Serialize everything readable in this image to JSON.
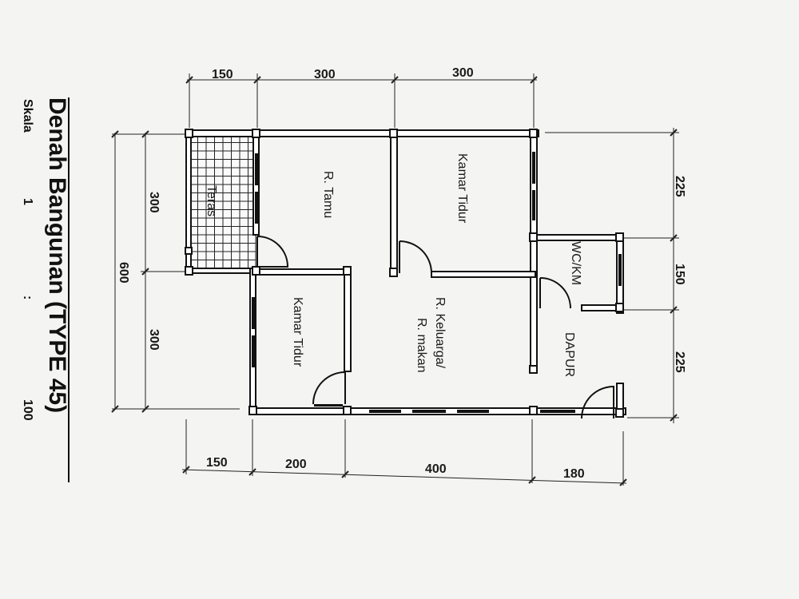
{
  "title": "Denah Bangunan (TYPE 45)",
  "scale": {
    "label": "Skala",
    "left": "1",
    "sep": ":",
    "right": "100"
  },
  "top_dims": [
    "150",
    "300",
    "300"
  ],
  "bottom_dims": [
    "150",
    "200",
    "400",
    "180"
  ],
  "left_dims": [
    "300",
    "300"
  ],
  "left_total": "600",
  "right_dims": [
    "225",
    "150",
    "225"
  ],
  "rooms": {
    "teras": "Teras",
    "tamu": "R. Tamu",
    "kamar1": "Kamar Tidur",
    "kamar2": "Kamar Tidur",
    "wc": "WC/KM",
    "keluarga_1": "R. Keluarga/",
    "keluarga_2": "R. makan",
    "dapur": "DAPUR"
  }
}
